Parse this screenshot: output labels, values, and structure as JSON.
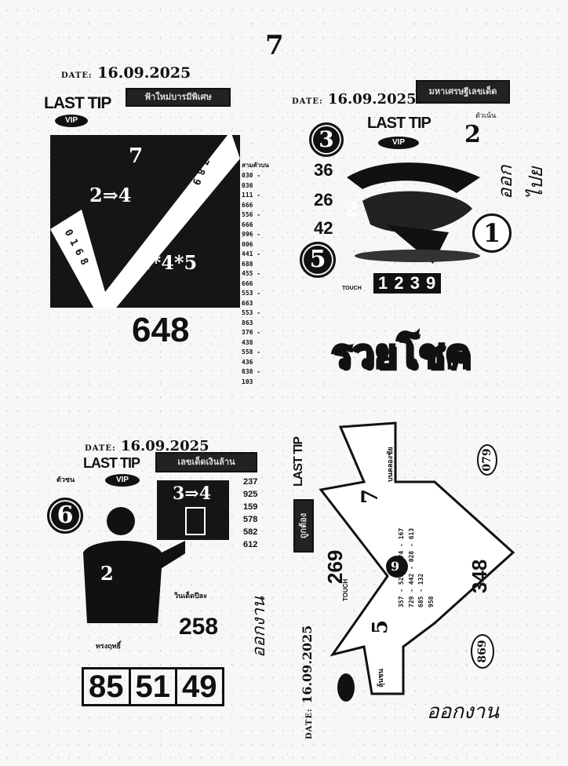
{
  "page": {
    "number": "7"
  },
  "panel1": {
    "date": "16.09.2025",
    "date_label": "DATE:",
    "last_tip": "LAST TIP",
    "vip": "VIP",
    "banner": "ฟ้าใหม่บารมีพิเศษ",
    "top_digit": "7",
    "pair": "2⇒4",
    "triple": "1*4*5",
    "diag_left": "0168",
    "diag_right": "6789",
    "list_header": "สามตัวบน",
    "list": [
      "030 - 036",
      "111 - 666",
      "556 - 666",
      "996 - 006",
      "441 - 688",
      "455 - 666",
      "553 - 663",
      "553 - 863",
      "376 - 438",
      "558 - 436",
      "838 - 103"
    ],
    "main": "648"
  },
  "panel2": {
    "date_label": "DATE:",
    "date": "16.09.2025",
    "banner": "มหาเศรษฐีเลขเด็ด",
    "last_tip": "LAST TIP",
    "vip": "VIP",
    "circle_top": "3",
    "circle_bottom": "5",
    "circle_right": "1",
    "top_right_digit": "2",
    "top_right_label": "ตัวเน้น",
    "numbers": [
      "36",
      "26",
      "42"
    ],
    "center_digit": "2",
    "touch_label": "TOUCH",
    "touch": "1 2 3 9",
    "title": "รวยโชค",
    "handwritten": "ออกไปย"
  },
  "panel3": {
    "date_label": "DATE:",
    "date": "16.09.2025",
    "last_tip": "LAST TIP",
    "vip": "VIP",
    "label_left": "ตัวชน",
    "banner": "เลขเด็ดเงินล้าน",
    "circle": "6",
    "pair": "3⇒4",
    "figure_digit": "2",
    "list": [
      "237",
      "925",
      "159",
      "578",
      "582",
      "612"
    ],
    "label_bottom": "วินเด็ดปีละ",
    "number": "258",
    "footer_label": "ทรงฤทธิ์",
    "boxes": [
      "85",
      "51",
      "49"
    ],
    "handwritten": "ออกงาน"
  },
  "panel4": {
    "last_tip": "LAST TIP",
    "label_arrow_top": "บนคลองชัย",
    "digit_top": "7",
    "circle_top": "079",
    "side_banner": "ถูกต้อง",
    "side_number": "269",
    "side_label": "TOUCH",
    "center_digit": "9",
    "list": [
      "357 - 526 - 374 - 167",
      "729 - 442 - 028 - 613",
      "685 - 132",
      "958"
    ],
    "big_number": "348",
    "digit_bottom": "5",
    "label_arrow_bottom": "ลุ้นชน",
    "circle_bottom": "869",
    "date_label": "DATE:",
    "date": "16.09.2025",
    "handwritten": "ออกงาน"
  }
}
